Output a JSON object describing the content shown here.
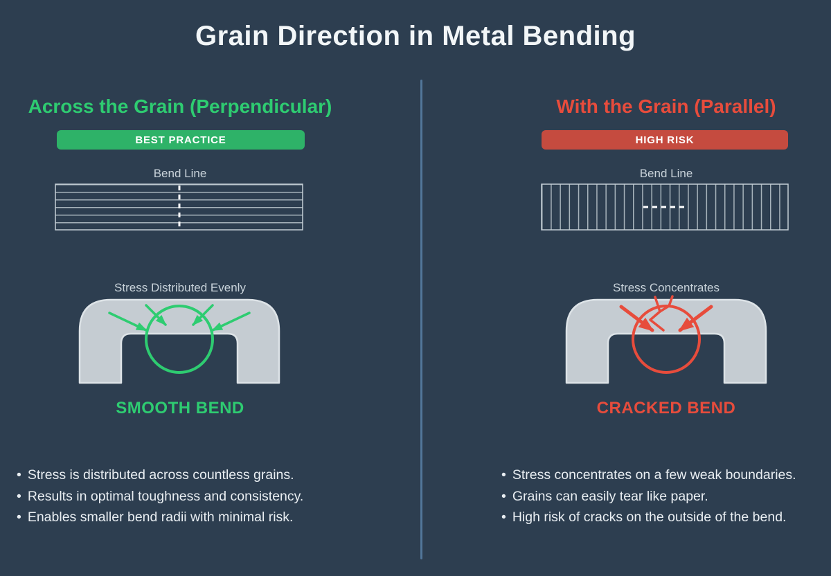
{
  "title": "Grain Direction in Metal Bending",
  "glyphs": {
    "bullet": "•"
  },
  "palette": {
    "background": "#2d3e50",
    "green": "#2ecc71",
    "green_badge": "#2eb268",
    "red": "#e74c3c",
    "red_badge": "#c54b3f",
    "metal_gray": "#c5ccd2",
    "metal_outline": "#dde3e7",
    "grain_line": "#a8b4bc",
    "grain_border": "#c4ced5",
    "divider_blue": "#527699",
    "label_gray": "#c9d3da",
    "bullet_text": "#e9eef2",
    "title_white": "#f2f6f8",
    "bend_line_dash": "#ffffff"
  },
  "left": {
    "header": "Across the Grain (Perpendicular)",
    "badge": "BEST PRACTICE",
    "bend_line_label": "Bend Line",
    "grain_direction": "horizontal",
    "stress_label": "Stress Distributed Evenly",
    "result_label": "SMOOTH BEND",
    "bullets": [
      "Stress is distributed across countless grains.",
      "Results in optimal toughness and consistency.",
      "Enables smaller bend radii with minimal risk."
    ]
  },
  "right": {
    "header": "With the Grain (Parallel)",
    "badge": "HIGH RISK",
    "bend_line_label": "Bend Line",
    "grain_direction": "vertical",
    "stress_label": "Stress Concentrates",
    "result_label": "CRACKED BEND",
    "bullets": [
      "Stress concentrates on a few weak boundaries.",
      "Grains can easily tear like paper.",
      "High risk of cracks on the outside of the bend."
    ]
  }
}
